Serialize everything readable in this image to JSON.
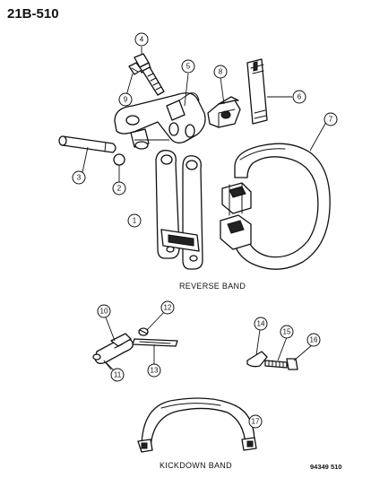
{
  "page_ref": "21B-510",
  "figure_number": "94349 510",
  "captions": {
    "reverse_band": "REVERSE BAND",
    "kickdown_band": "KICKDOWN BAND"
  },
  "callouts": [
    "1",
    "2",
    "3",
    "4",
    "5",
    "6",
    "7",
    "8",
    "9",
    "10",
    "11",
    "12",
    "13",
    "14",
    "15",
    "16",
    "17"
  ]
}
